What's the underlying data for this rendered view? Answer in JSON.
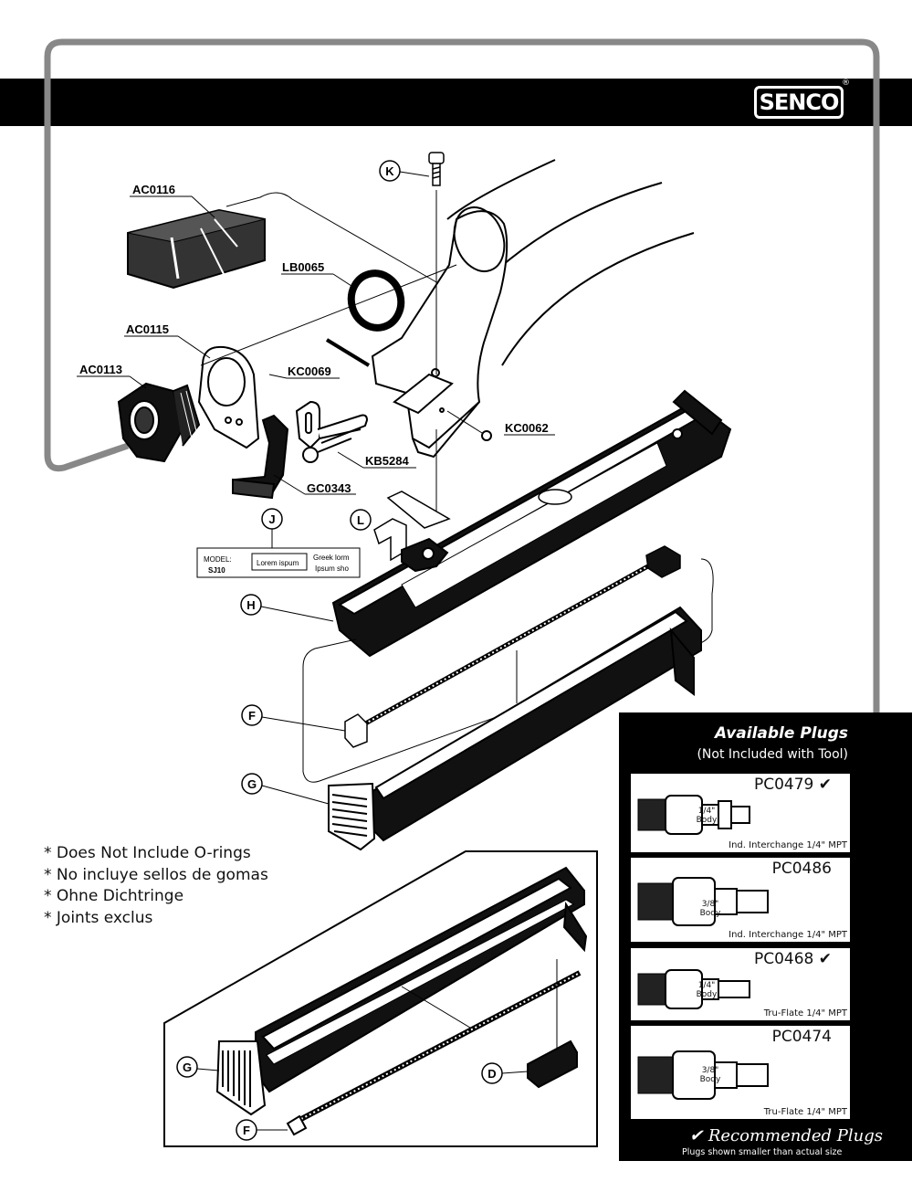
{
  "brand": {
    "logo_text": "SENCO",
    "registered": "®"
  },
  "parts": {
    "ac0116": "AC0116",
    "lb0065": "LB0065",
    "ac0115": "AC0115",
    "ac0113": "AC0113",
    "kc0069": "KC0069",
    "kc0062": "KC0062",
    "kb5284": "KB5284",
    "gc0343": "GC0343"
  },
  "callouts": {
    "k": "K",
    "l": "L",
    "j": "J",
    "h": "H",
    "f": "F",
    "g": "G",
    "g2": "G",
    "d": "D",
    "f2": "F"
  },
  "model_plate": {
    "model_label": "MODEL:",
    "model_value": "SJ10",
    "box_text": "Lorem ispum",
    "right_line1": "Greek lorm",
    "right_line2": "Ipsum sho"
  },
  "notes": [
    "* Does Not Include O-rings",
    "* No incluye sellos de gomas",
    "* Ohne Dichtringe",
    "* Joints exclus"
  ],
  "plugs_panel": {
    "title": "Available Plugs",
    "subtitle": "(Not Included with Tool)",
    "recommended_mark": "✔",
    "recommended_label": "Recommended Plugs",
    "footnote": "Plugs shown smaller than actual size",
    "plugs": [
      {
        "code": "PC0479",
        "check": "✔",
        "body_line1": "1/4\"",
        "body_line2": "Body",
        "desc": "Ind. Interchange 1/4\" MPT"
      },
      {
        "code": "PC0486",
        "check": "",
        "body_line1": "3/8\"",
        "body_line2": "Body",
        "desc": "Ind. Interchange 1/4\" MPT"
      },
      {
        "code": "PC0468",
        "check": "✔",
        "body_line1": "1/4\"",
        "body_line2": "Body",
        "desc": "Tru-Flate 1/4\" MPT"
      },
      {
        "code": "PC0474",
        "check": "",
        "body_line1": "3/8\"",
        "body_line2": "Body",
        "desc": "Tru-Flate 1/4\" MPT"
      }
    ]
  }
}
